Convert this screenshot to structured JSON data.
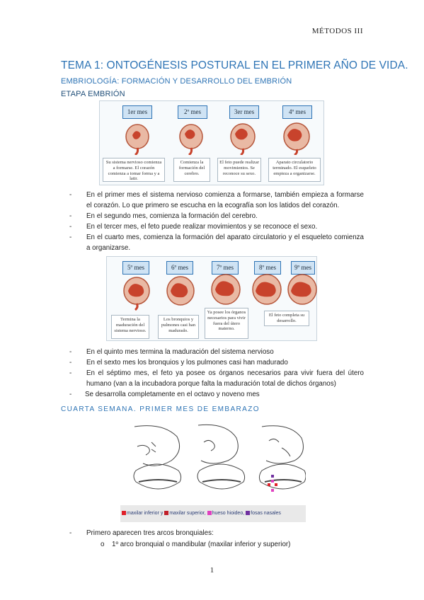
{
  "header": {
    "title": "MÉTODOS III"
  },
  "headings": {
    "h1": "TEMA 1: ONTOGÉNESIS POSTURAL EN EL PRIMER AÑO DE VIDA.",
    "h2": "EMBRIOLOGÍA: FORMACIÓN Y DESARROLLO DEL EMBRIÓN",
    "h3": "ETAPA EMBRIÓN",
    "h4": "CUARTA SEMANA. PRIMER MES DE EMBARAZO"
  },
  "figure1": {
    "months": [
      {
        "label": "1er mes",
        "desc": "Su sistema nervioso comienza a formarse. El corazón comienza a tomar forma y a latir."
      },
      {
        "label": "2º mes",
        "desc": "Comienza la formación del cerebro."
      },
      {
        "label": "3er mes",
        "desc": "El feto puede realizar movimientos. Se reconoce su sexo."
      },
      {
        "label": "4º mes",
        "desc": "Aparato circulatorio terminado. El esqueleto empieza a organizarse."
      }
    ]
  },
  "list1": [
    "En el primer mes el sistema nervioso comienza a formarse, también empieza a formarse el corazón. Lo que primero se escucha en la ecografía son los latidos del corazón.",
    "En el segundo mes, comienza la formación del cerebro.",
    "En el tercer mes, el feto puede realizar movimientos y se reconoce el sexo.",
    "En el cuarto mes, comienza la formación del aparato circulatorio y el esqueleto comienza a organizarse."
  ],
  "figure2": {
    "months": [
      {
        "label": "5º mes",
        "desc": "Termina la maduración del sistema nervioso."
      },
      {
        "label": "6º mes",
        "desc": "Los bronquios y pulmones casi han madurado."
      },
      {
        "label": "7º mes",
        "desc": "Ya posee los órganos necesarios para vivir fuera del útero materno."
      },
      {
        "label": "8º mes",
        "desc": "El feto completa su desarrollo."
      },
      {
        "label": "9º mes",
        "desc": ""
      }
    ]
  },
  "list2": [
    "En el quinto mes termina la maduración del sistema nervioso",
    "En el sexto mes los bronquios y los pulmones casi han madurado",
    "En el séptimo mes, el feto ya posee os órganos necesarios para vivir fuera del útero humano (van a la incubadora porque falta la maduración total de dichos órganos)",
    "Se desarrolla completamente en el octavo y noveno mes"
  ],
  "figure3": {
    "legend": [
      {
        "text": "maxilar inferior y",
        "color": "#e0202a"
      },
      {
        "text": "maxilar superior,",
        "color": "#c0202a"
      },
      {
        "text": "hueso hioideo,",
        "color": "#e040c0"
      },
      {
        "text": "fosas nasales",
        "color": "#7030a0"
      }
    ]
  },
  "list3": {
    "item": "Primero aparecen tres arcos bronquiales:",
    "sub": "1º arco bronquial o mandibular (maxilar inferior y superior)",
    "sub_bullet": "o",
    "dash": "-"
  },
  "page": {
    "number": "1"
  }
}
